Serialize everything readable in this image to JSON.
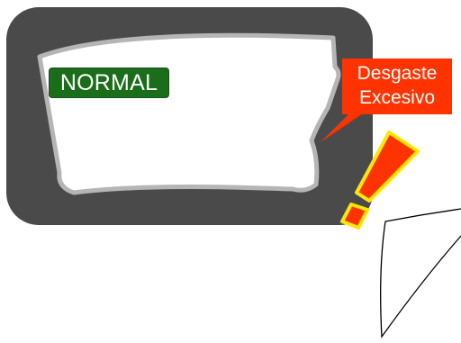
{
  "badges": {
    "normal": {
      "text": "NORMAL",
      "bg_color": "#1a6e1a",
      "text_color": "#ffffff"
    },
    "wear": {
      "line1": "Desgaste",
      "line2": "Excesivo",
      "bg_color": "#ff3300",
      "text_color": "#ffffff"
    }
  },
  "colors": {
    "outer_panel": "#4a4a4a",
    "pad_fill": "#ffffff",
    "pad_outline": "#b5b5b5",
    "callout_line": "#ff3300",
    "warning_fill": "#ff3300",
    "warning_outline": "#ffe600",
    "speech_bubble_stroke": "#000000"
  },
  "icons": {
    "warning": "exclamation-mark-icon",
    "speech": "speech-bubble-tail"
  }
}
